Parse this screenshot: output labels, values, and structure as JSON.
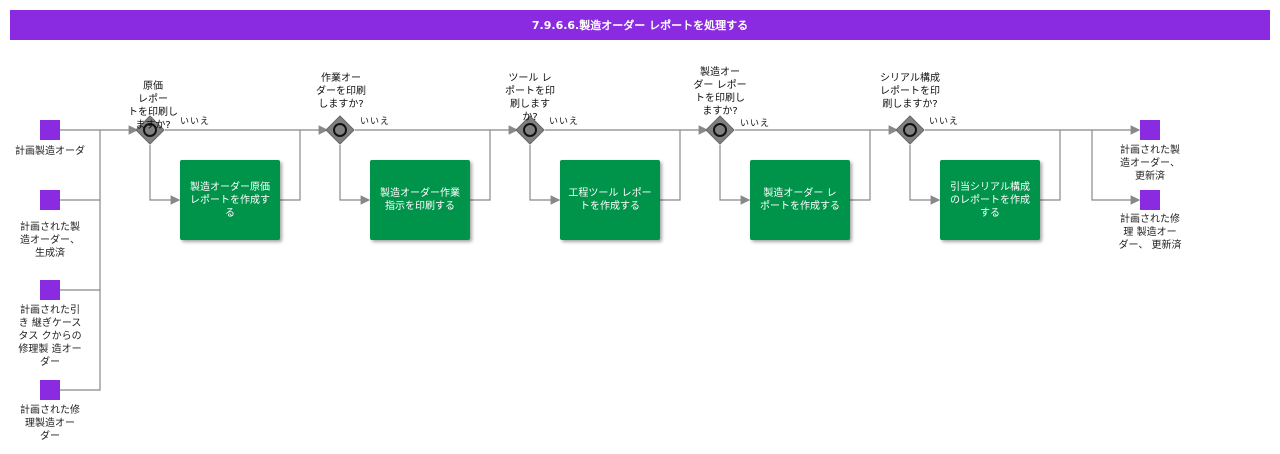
{
  "title": "7.9.6.6.製造オーダー レポートを処理する",
  "colors": {
    "header": "#8a2be2",
    "event": "#8a2be2",
    "task": "#00934a",
    "gateway": "#808080",
    "line": "#888888"
  },
  "start_events": [
    "計画製造オーダ",
    "計画された製\n造オーダー、\n生成済",
    "計画された引\nき 継ぎケース\nタス クからの\n修理製 造オー\nダー",
    "計画された修\n理製造オー\nダー"
  ],
  "gateways": [
    {
      "question": "原価\nレポー\nトを印刷し\nますか?",
      "no_label": "いいえ"
    },
    {
      "question": "作業オー\nダーを印刷\nしますか?",
      "no_label": "いいえ"
    },
    {
      "question": "ツール レ\nポートを印\n刷します\nか?",
      "no_label": "いいえ"
    },
    {
      "question": "製造オー\nダー レポー\nトを印刷し\nますか?",
      "no_label": "いいえ"
    },
    {
      "question": "シリアル構成\nレポートを印\n刷しますか?",
      "no_label": "いいえ"
    }
  ],
  "tasks": [
    "製造オーダー原価\nレポートを作成す\nる",
    "製造オーダー作業\n指示を印刷する",
    "工程ツール レポー\nトを作成する",
    "製造オーダー レ\nポートを作成する",
    "引当シリアル構成\nのレポートを作成\nする"
  ],
  "end_events": [
    "計画された製\n造オーダー、\n更新済",
    "計画された修\n理 製造オー\nダー、 更新済"
  ]
}
